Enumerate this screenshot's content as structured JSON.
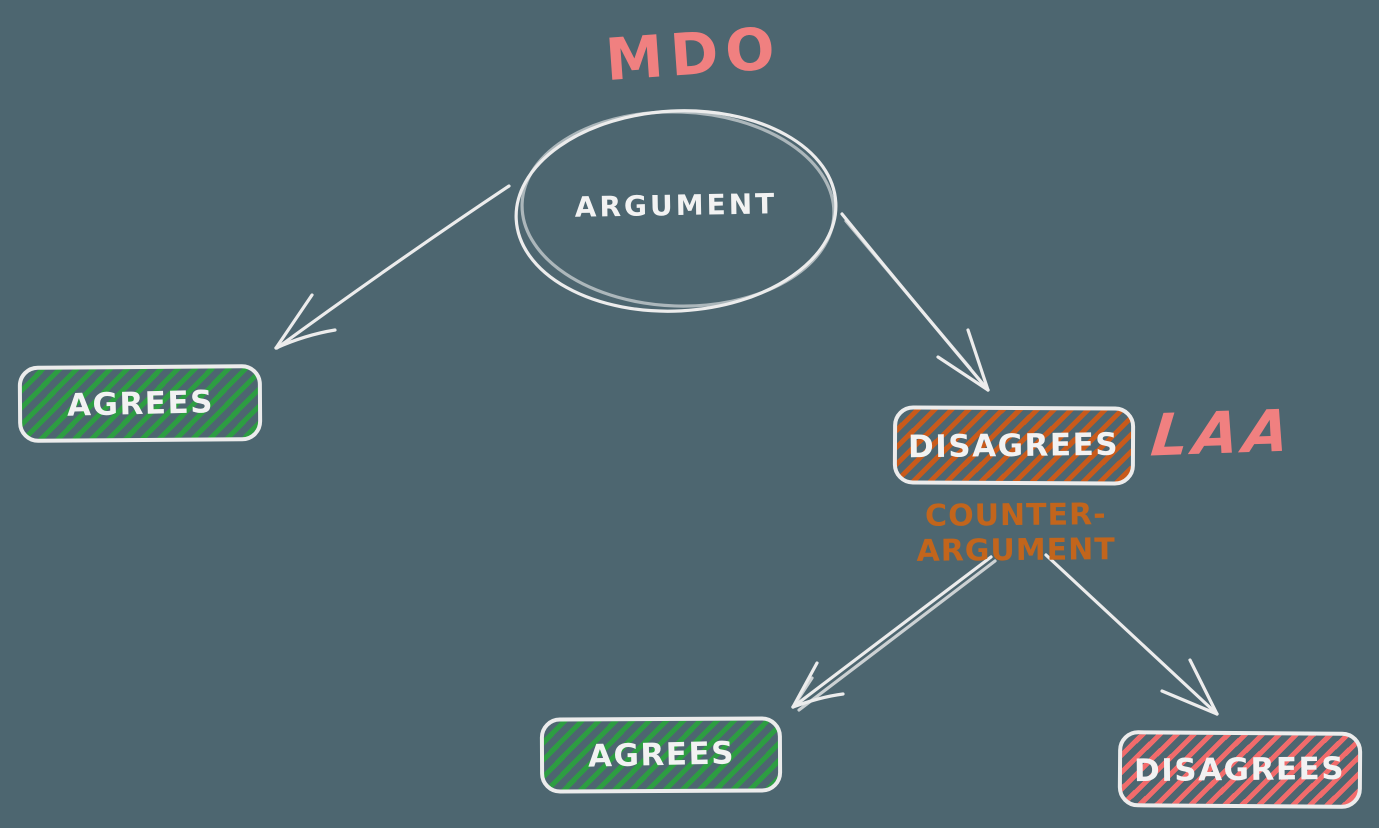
{
  "colors": {
    "bg": "#4d6670",
    "stroke": "#ececec",
    "pink": "#f08080",
    "green": "#2d9d42",
    "orange": "#c85a1b",
    "orange-text": "#c2651c",
    "red": "#f16b6b",
    "text": "#f2f2f2"
  },
  "title": {
    "text": "MDO"
  },
  "root_node": {
    "label": "ARGUMENT"
  },
  "labels": {
    "laa": "LAA",
    "counter_argument": "COUNTER-ARGUMENT"
  },
  "nodes": {
    "agrees_left": {
      "label": "AGREES",
      "hatch": "green"
    },
    "disagrees_right": {
      "label": "DISAGREES",
      "hatch": "orange"
    },
    "agrees_bottom": {
      "label": "AGREES",
      "hatch": "green"
    },
    "disagrees_bottom": {
      "label": "DISAGREES",
      "hatch": "red"
    }
  }
}
